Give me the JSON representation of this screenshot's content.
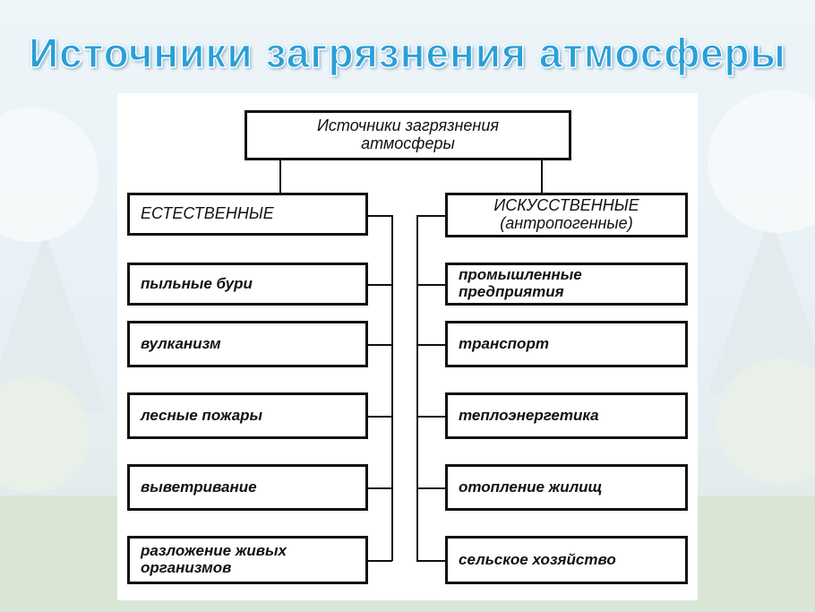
{
  "slide_title": "Источники загрязнения атмосферы",
  "root": {
    "line1": "Источники загрязнения",
    "line2": "атмосферы"
  },
  "natural": {
    "header": "ЕСТЕСТВЕННЫЕ",
    "items": [
      "пыльные бури",
      "вулканизм",
      "лесные пожары",
      "выветривание",
      "разложение живых организмов"
    ]
  },
  "artificial": {
    "header_line1": "ИСКУССТВЕННЫЕ",
    "header_line2": "(антропогенные)",
    "items": [
      "промышленные предприятия",
      "транспорт",
      "теплоэнергетика",
      "отопление жилищ",
      "сельское хозяйство"
    ]
  }
}
